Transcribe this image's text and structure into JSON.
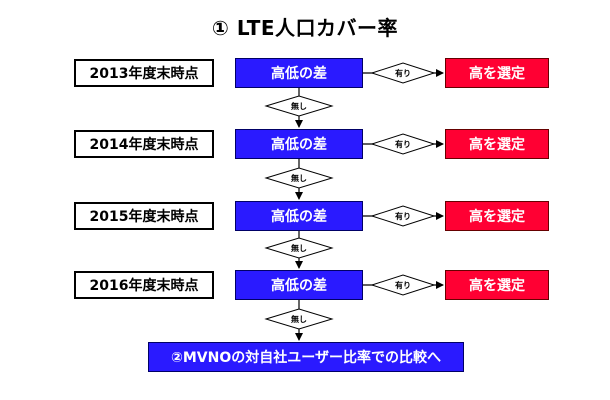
{
  "title": "① LTE人口カバー率",
  "steps": [
    {
      "year": "2013年度末時点",
      "diff": "高低の差",
      "yes": "有り",
      "select": "高を選定",
      "no": "無し"
    },
    {
      "year": "2014年度末時点",
      "diff": "高低の差",
      "yes": "有り",
      "select": "高を選定",
      "no": "無し"
    },
    {
      "year": "2015年度末時点",
      "diff": "高低の差",
      "yes": "有り",
      "select": "高を選定",
      "no": "無し"
    },
    {
      "year": "2016年度末時点",
      "diff": "高低の差",
      "yes": "有り",
      "select": "高を選定",
      "no": "無し"
    }
  ],
  "final": "②MVNOの対自社ユーザー比率での比較へ",
  "colors": {
    "decision_fill": "#2a1aff",
    "select_fill": "#ff0033",
    "text_on_fill": "#ffffff",
    "outline": "#000000"
  }
}
